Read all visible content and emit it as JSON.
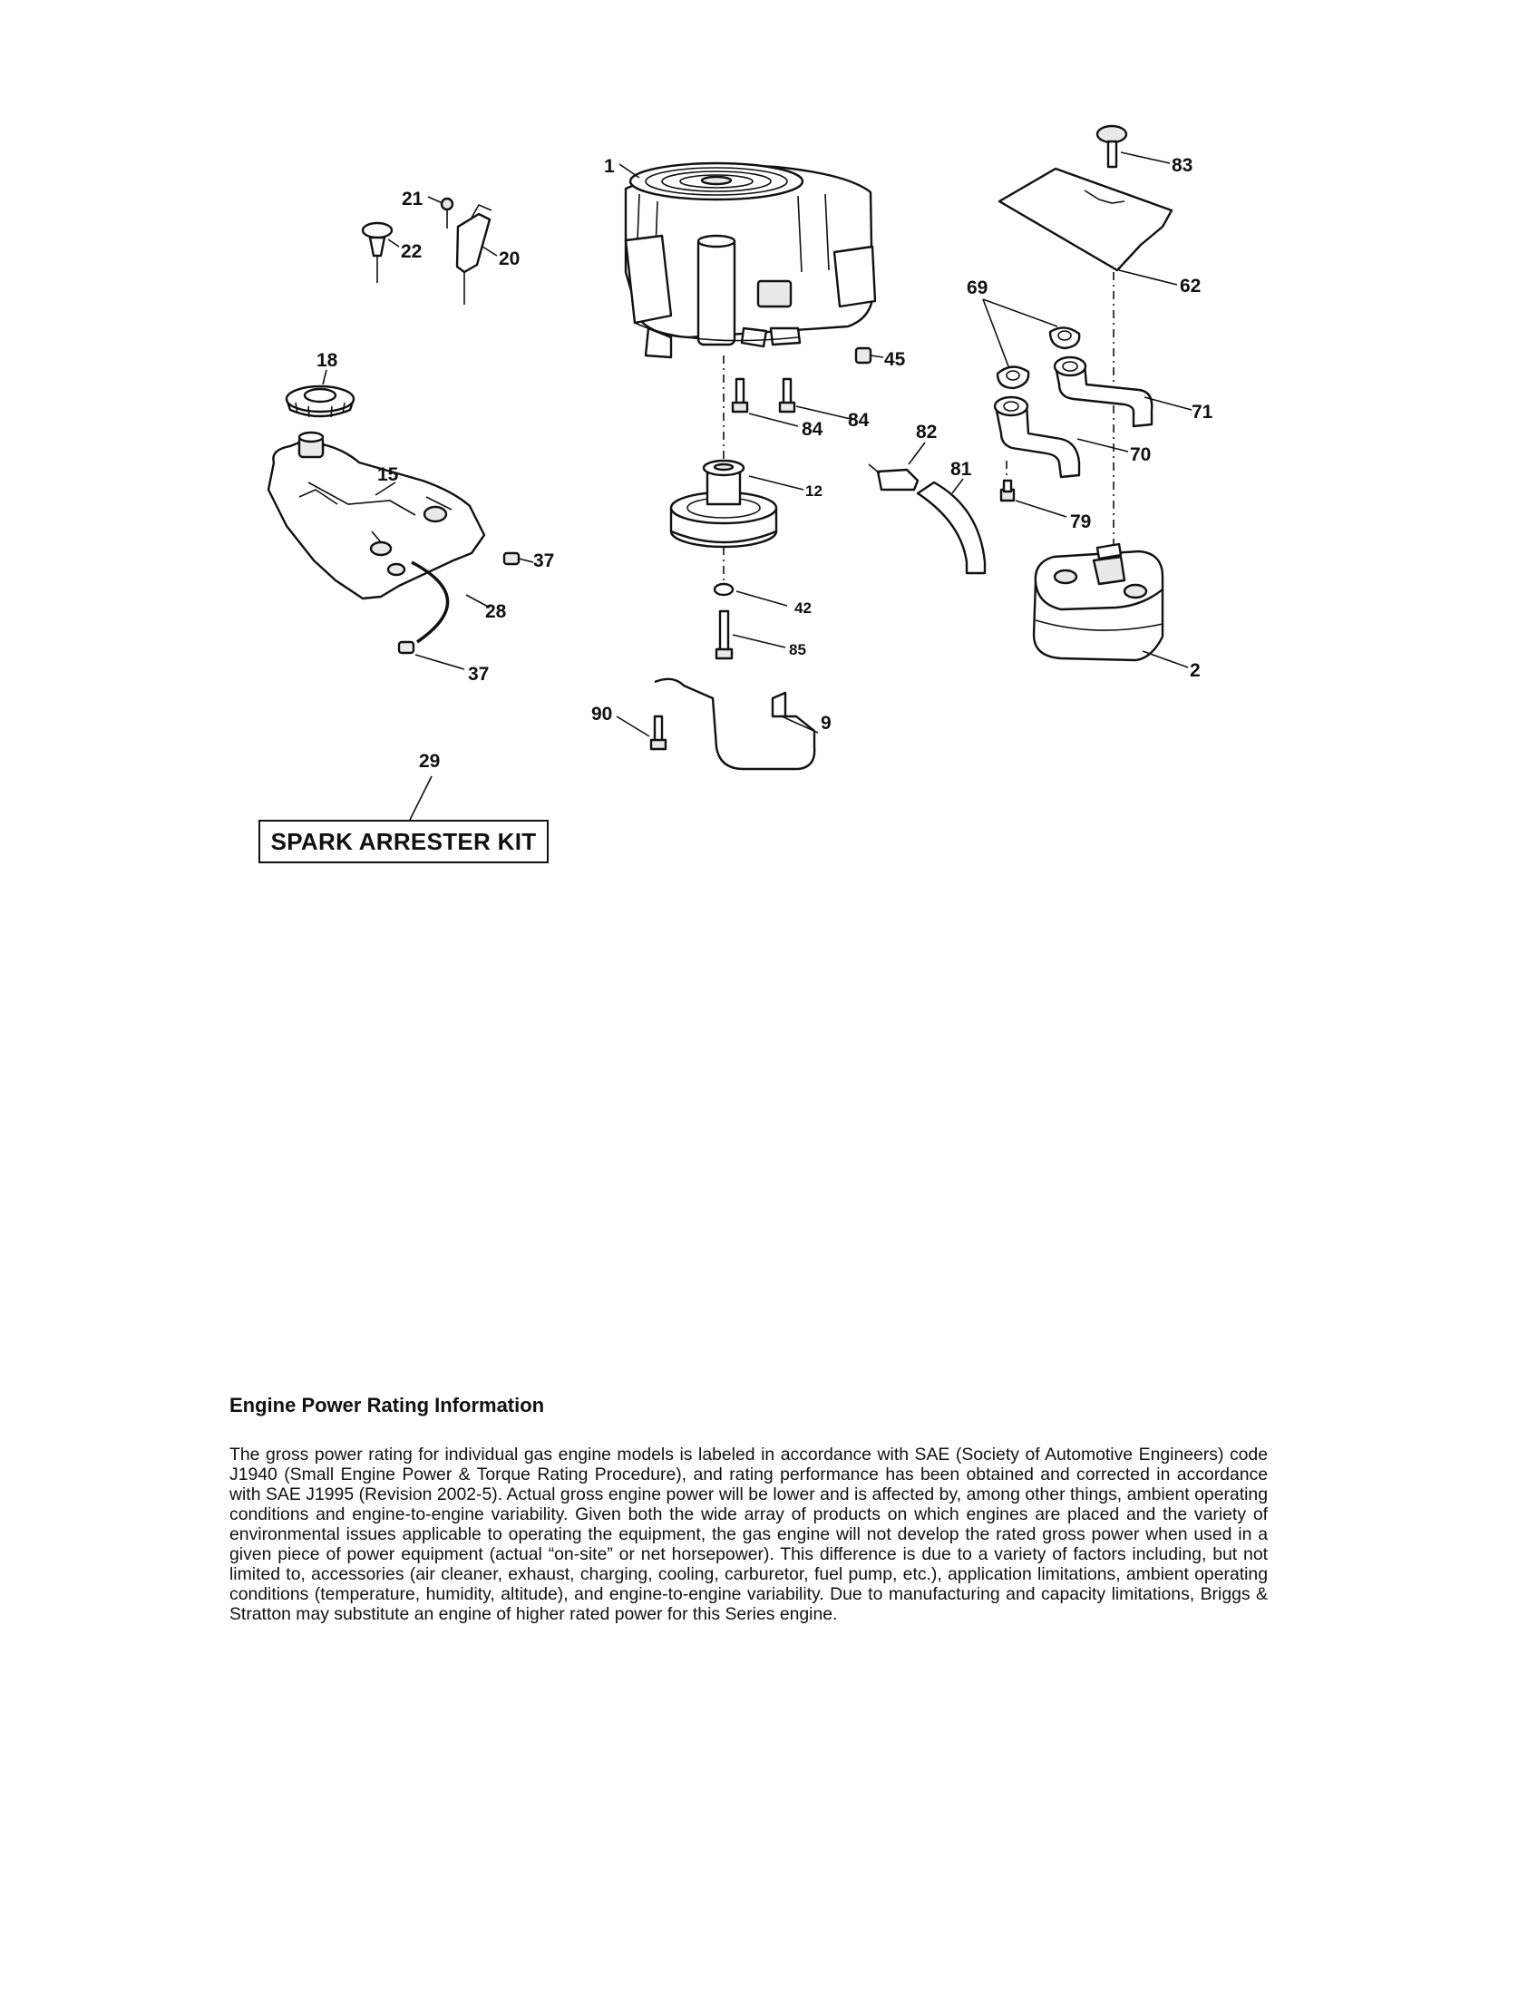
{
  "callouts": {
    "c1": "1",
    "c2": "2",
    "c9": "9",
    "c12": "12",
    "c15": "15",
    "c18": "18",
    "c20": "20",
    "c21": "21",
    "c22": "22",
    "c28": "28",
    "c29": "29",
    "c37a": "37",
    "c37b": "37",
    "c42": "42",
    "c45": "45",
    "c62": "62",
    "c69": "69",
    "c70": "70",
    "c71": "71",
    "c79": "79",
    "c81": "81",
    "c82": "82",
    "c83": "83",
    "c84a": "84",
    "c84b": "84",
    "c85": "85",
    "c90": "90"
  },
  "kit_label": "SPARK ARRESTER KIT",
  "info": {
    "title": "Engine Power Rating Information",
    "body": "The gross power rating for individual gas engine models is labeled in accordance with SAE (Society of Automotive Engineers) code J1940 (Small Engine Power & Torque Rating Procedure), and rating performance has been obtained and corrected in accordance with SAE J1995 (Revision 2002-5). Actual gross engine power will be lower and is affected by, among other things, ambient operating conditions and engine-to-engine variability. Given both the wide array of products on which engines are placed and the variety of environmental issues applicable to operating the equipment, the gas engine will not develop the rated gross power when used in a given piece of power equipment (actual “on-site” or net horsepower). This difference is due to a variety of factors including, but not limited to, accessories (air cleaner, exhaust, charging, cooling, carburetor, fuel pump, etc.), application limitations, ambient operating conditions (temperature, humidity, altitude), and engine-to-engine variability. Due to manufacturing and capacity limitations, Briggs & Stratton may substitute an engine of higher rated power for this Series engine."
  }
}
